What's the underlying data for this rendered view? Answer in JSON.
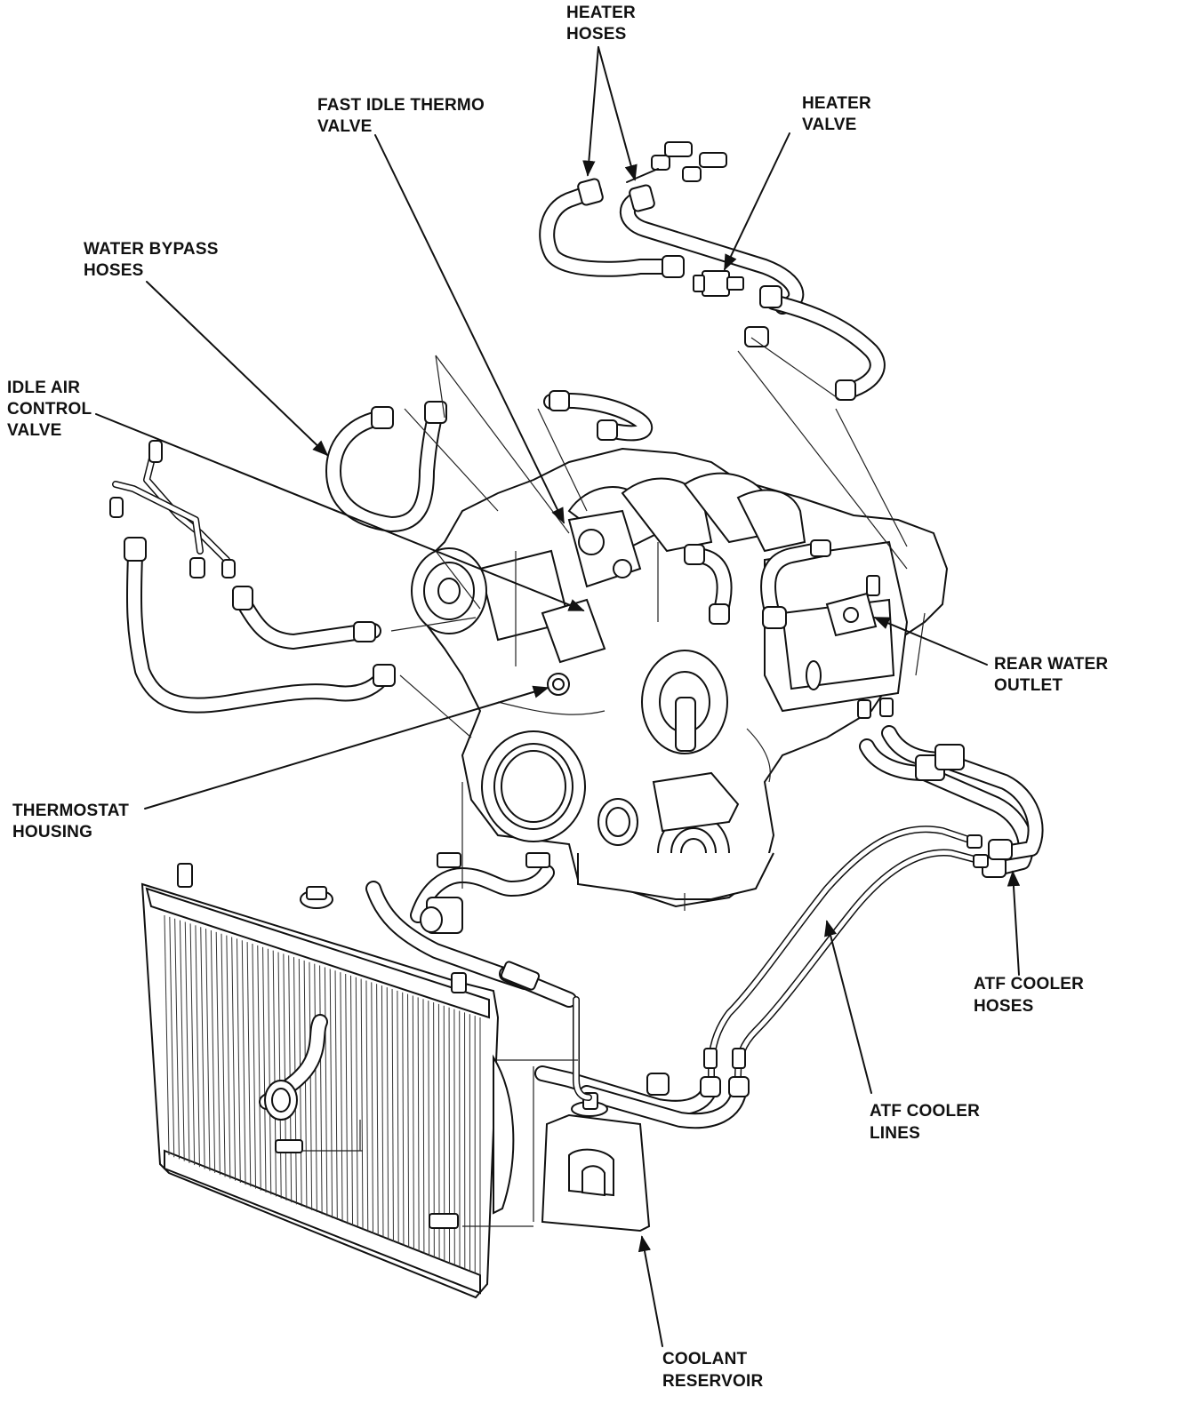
{
  "labels": {
    "heater_hoses": [
      "HEATER",
      "HOSES"
    ],
    "heater_valve": [
      "HEATER",
      "VALVE"
    ],
    "fast_idle_thermo_valve": [
      "FAST IDLE THERMO",
      "VALVE"
    ],
    "water_bypass_hoses": [
      "WATER BYPASS",
      "HOSES"
    ],
    "idle_air_control_valve": [
      "IDLE AIR",
      "CONTROL",
      "VALVE"
    ],
    "rear_water_outlet": [
      "REAR WATER",
      "OUTLET"
    ],
    "thermostat_housing": [
      "THERMOSTAT",
      "HOUSING"
    ],
    "atf_cooler_hoses": [
      "ATF COOLER",
      "HOSES"
    ],
    "atf_cooler_lines": [
      "ATF COOLER",
      "LINES"
    ],
    "coolant_reservoir": [
      "COOLANT",
      "RESERVOIR"
    ]
  },
  "colors": {
    "ink": "#111111",
    "paper": "#ffffff"
  }
}
